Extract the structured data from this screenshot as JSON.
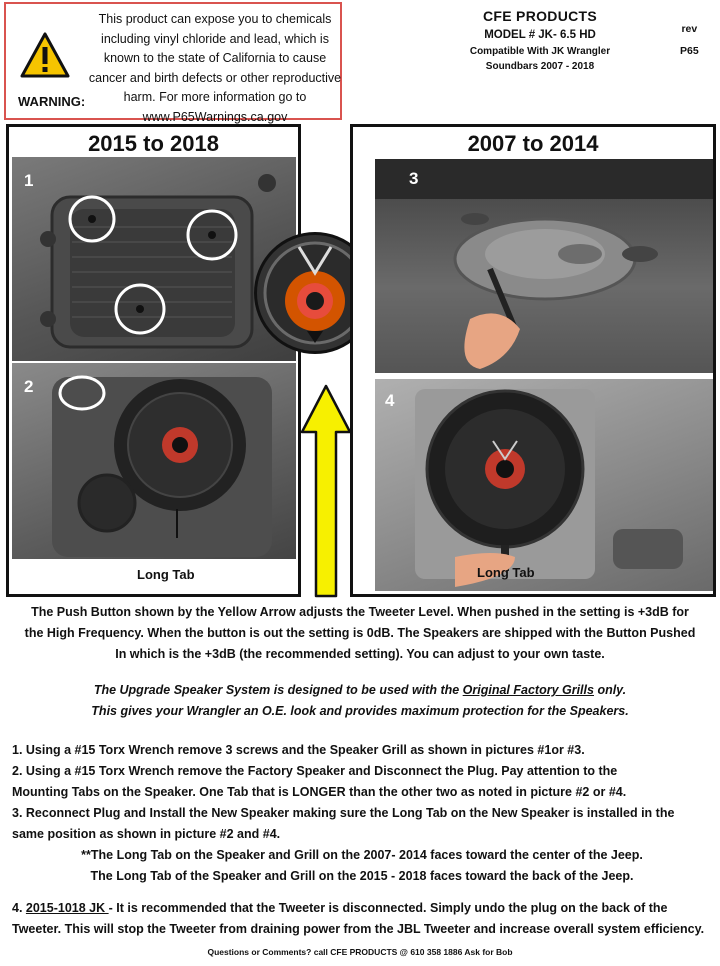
{
  "warning": {
    "label": "WARNING:",
    "lines": [
      "This product can expose you  to chemicals",
      "including vinyl chloride and lead, which is",
      "known to the state of California to cause",
      "cancer and birth defects or other reproductive",
      "harm. For more information go to",
      "www.P65Warnings.ca.gov"
    ],
    "icon": "warning-triangle-icon"
  },
  "header": {
    "company": "CFE PRODUCTS",
    "model": "MODEL # JK- 6.5 HD",
    "compat": "Compatible With JK Wrangler",
    "product": "Soundbars  2007 - 2018",
    "rev": "rev",
    "code": "P65"
  },
  "left_panel": {
    "title": "2015 to 2018",
    "photo1_num": "1",
    "photo2_num": "2",
    "caption": "Long Tab"
  },
  "right_panel": {
    "title": "2007 to 2014",
    "photo3_num": "3",
    "photo4_num": "4",
    "caption": "Long Tab"
  },
  "push_para": [
    "The Push Button shown by the Yellow Arrow adjusts the Tweeter Level.  When pushed in the setting is +3dB for",
    "the High Frequency.  When the button is out the setting is 0dB.   The Speakers are shipped with the Button Pushed",
    "In which is the +3dB (the recommended setting).  You can adjust to your own taste."
  ],
  "upgrade": {
    "line1_pre": "The  Upgrade Speaker System is designed to be used with the ",
    "line1_link": "Original Factory Grills",
    "line1_post": " only.",
    "line2": "This gives your Wrangler an O.E. look and provides maximum protection for the Speakers."
  },
  "steps": [
    "1.  Using a #15 Torx Wrench remove 3 screws and the Speaker Grill as shown in pictures #1or #3.",
    "2.  Using a #15 Torx Wrench remove the Factory Speaker and Disconnect the Plug.  Pay attention to the",
    "Mounting Tabs on the Speaker. One Tab that is LONGER than the other two as noted in picture #2 or #4.",
    "3.   Reconnect Plug and Install the  New Speaker making sure the Long Tab on the New Speaker is installed in the",
    "same position as shown in picture #2 and #4."
  ],
  "notes": [
    "**The Long Tab on the Speaker and Grill on the 2007- 2014 faces toward the center of the Jeep.",
    "The Long Tab of the Speaker and Grill on the 2015 - 2018 faces toward the back of the Jeep."
  ],
  "step4": {
    "num": "4. ",
    "part": "2015-1018 JK ",
    "text1": "- It is recommended that the Tweeter is disconnected.  Simply undo the plug on the back of the",
    "text2": "Tweeter. This will stop the Tweeter from draining power from the JBL Tweeter and increase overall system efficiency."
  },
  "footer": "Questions or Comments? call CFE PRODUCTS @  610 358 1886  Ask for Bob"
}
